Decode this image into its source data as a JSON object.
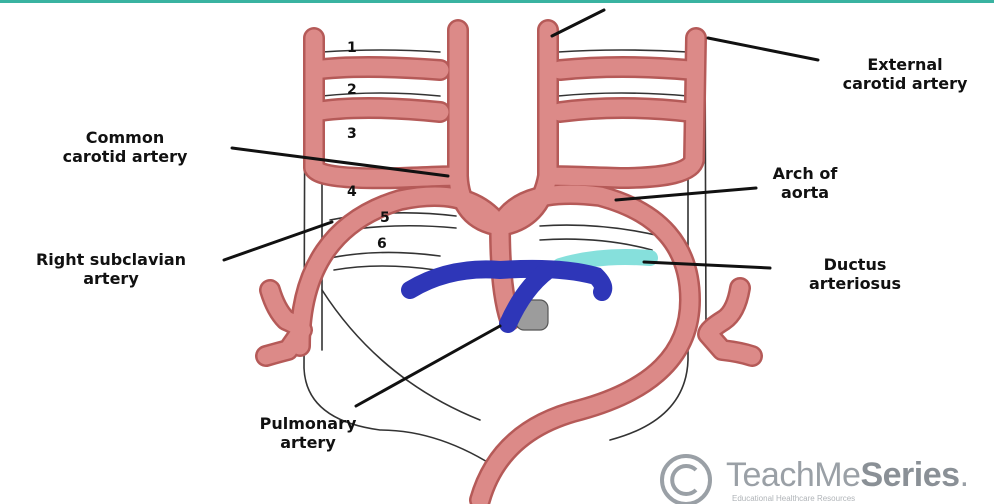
{
  "labels": {
    "external_carotid": [
      "External",
      "carotid artery"
    ],
    "common_carotid": [
      "Common",
      "carotid artery"
    ],
    "arch_of_aorta": [
      "Arch of",
      "aorta"
    ],
    "right_subclavian": [
      "Right subclavian",
      "artery"
    ],
    "ductus_arteriosus": [
      "Ductus",
      "arteriosus"
    ],
    "pulmonary_artery": [
      "Pulmonary",
      "artery"
    ]
  },
  "arch_numbers": [
    "1",
    "2",
    "3",
    "4",
    "5",
    "6"
  ],
  "watermark": {
    "brand_light": "TeachMe",
    "brand_bold": "Series",
    "suffix": ".",
    "tagline": "Educational Healthcare Resources"
  },
  "colors": {
    "artery": "#dc8a88",
    "artery_outline": "#b55a58",
    "pulmonary": "#2e36b8",
    "ductus": "#86e0dc",
    "accent_rule": "#39b3a1"
  }
}
